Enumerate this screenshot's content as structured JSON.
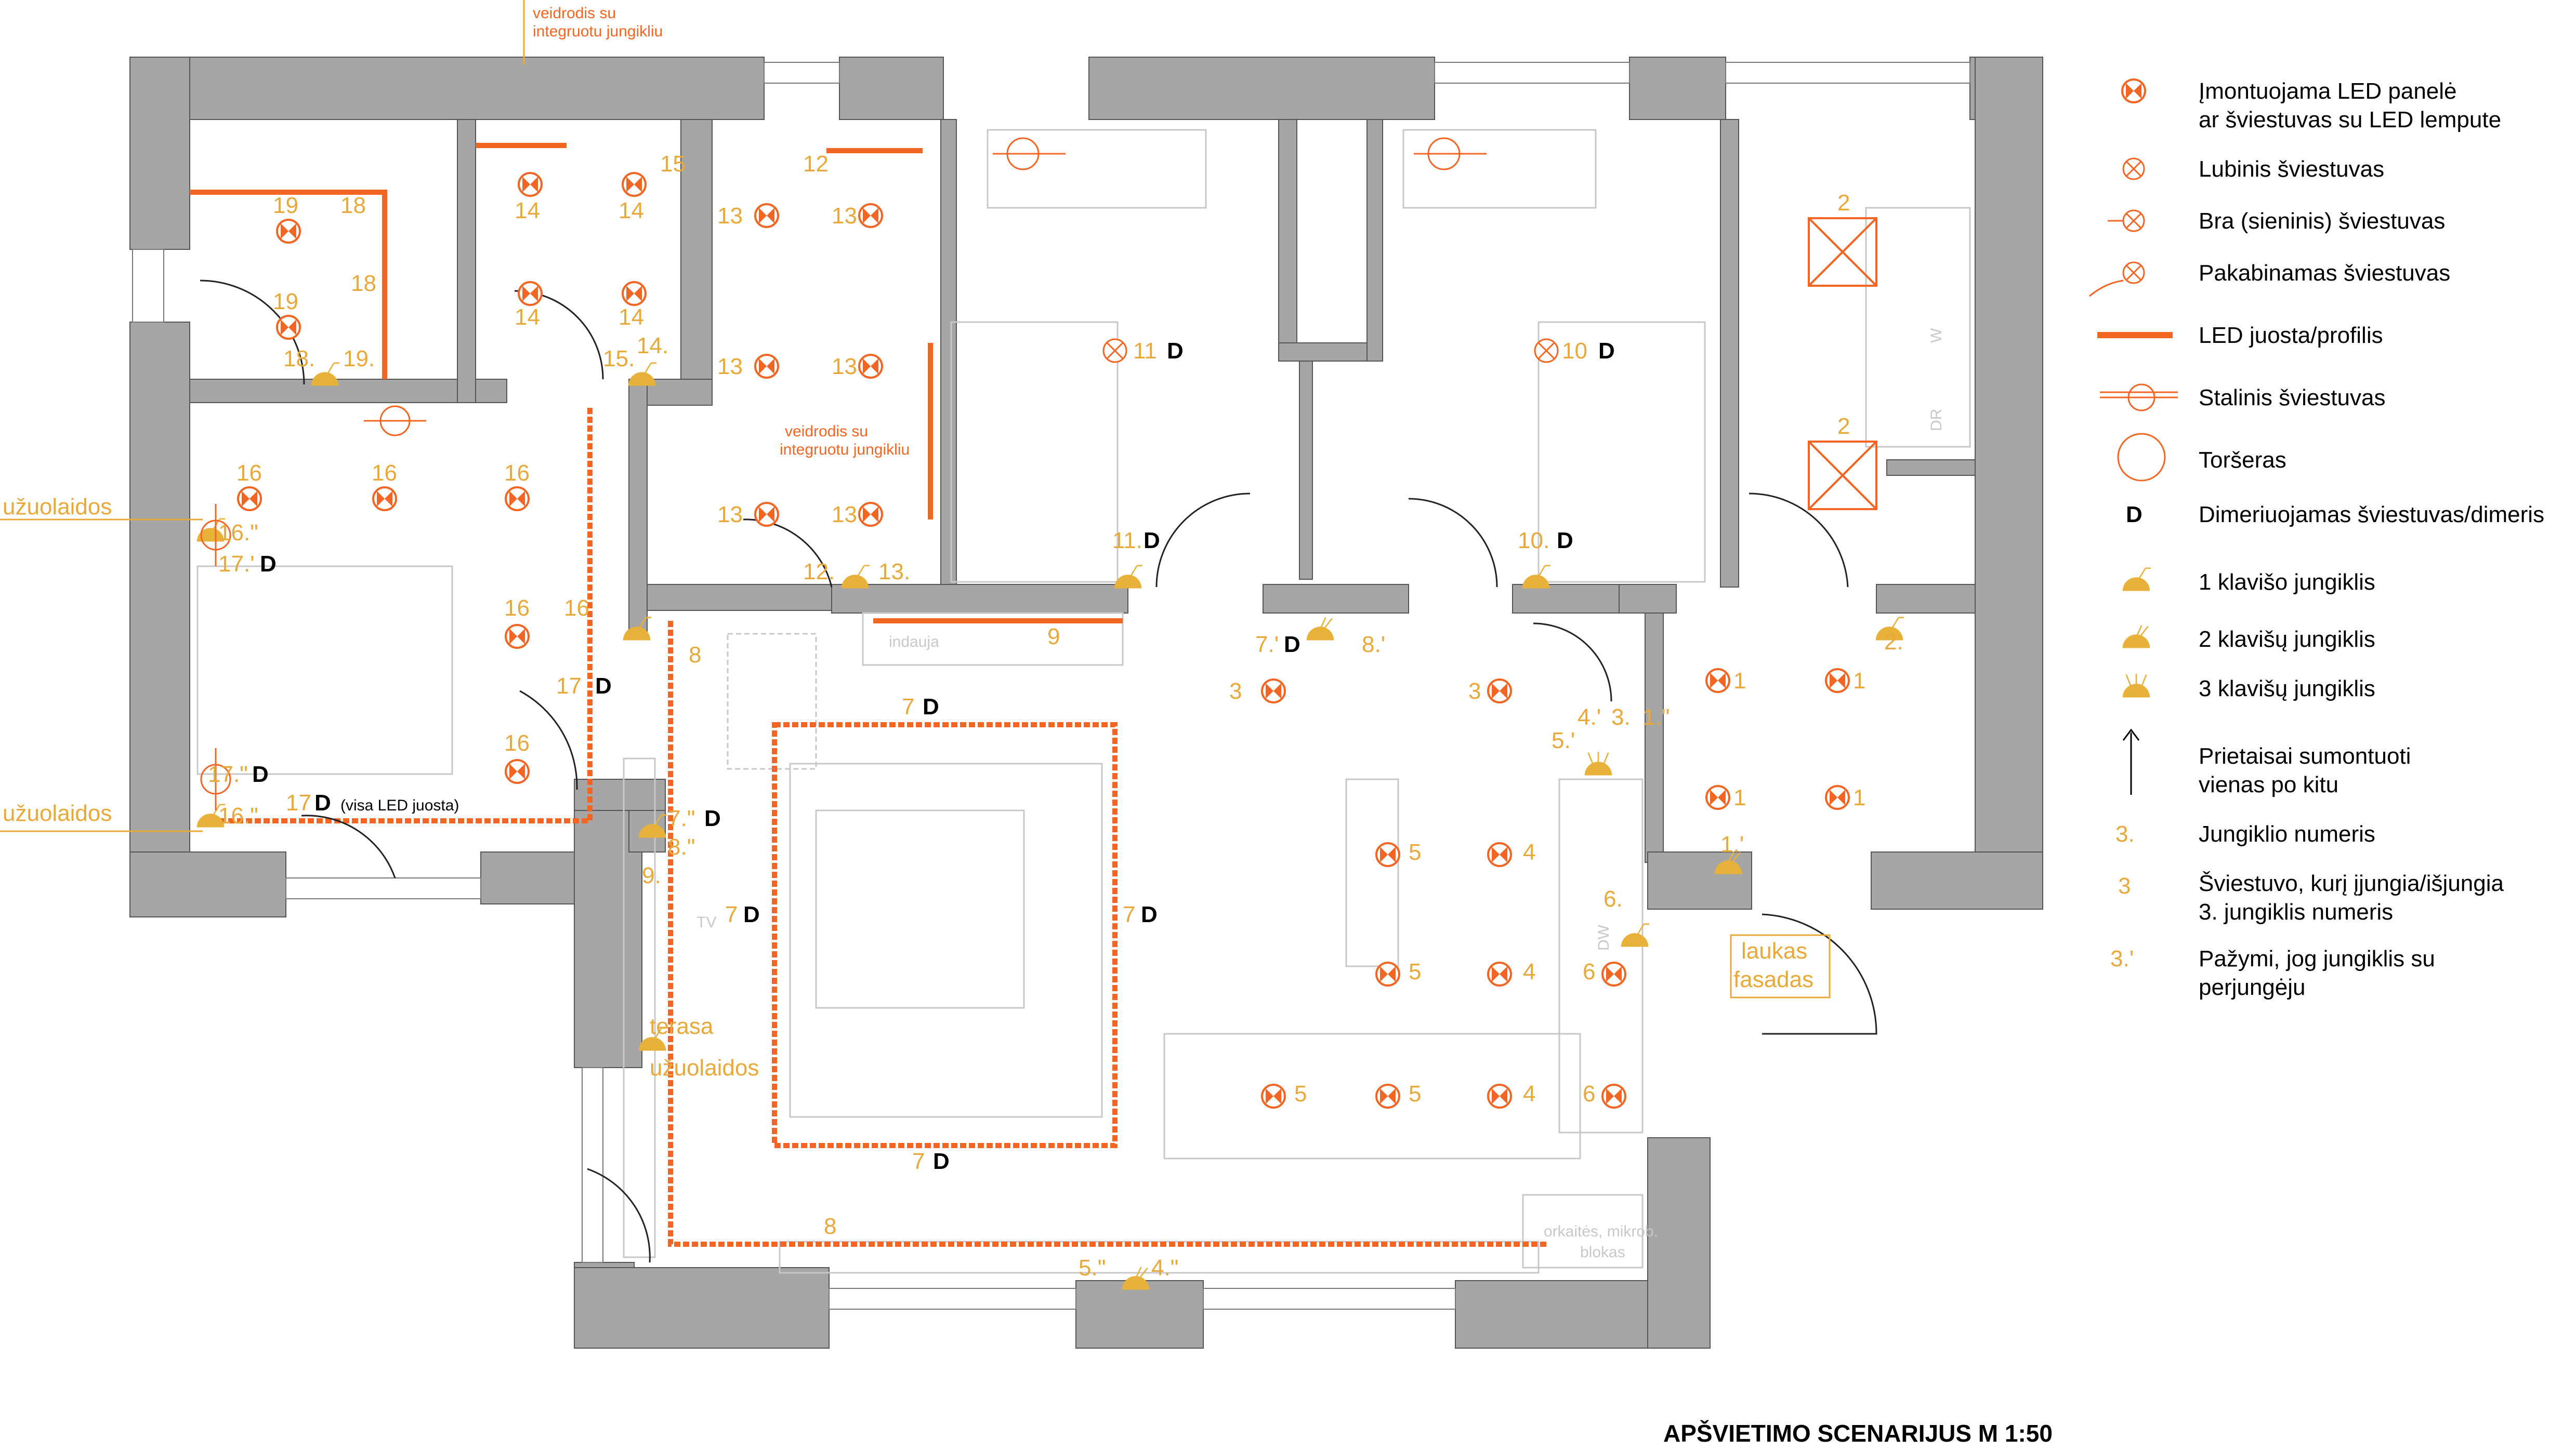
{
  "colors": {
    "wall": "#a6a6a6",
    "accent": "#f26522",
    "switch": "#e8b23a",
    "label": "#e8a93a",
    "furniture": "#c8c8c8",
    "text": "#000000"
  },
  "title": "APŠVIETIMO SCENARIJUS M 1:50",
  "notes": {
    "mirror_top_1": "veidrodis su",
    "mirror_top_2": "integruotu jungikliu",
    "mirror_bath_1": "veidrodis su",
    "mirror_bath_2": "integruotu jungikliu",
    "curtains_1": "užuolaidos",
    "curtains_2": "užuolaidos",
    "curtains_3": "užuolaidos",
    "terrace": "terasa",
    "led_full": "(visa LED juosta)",
    "sideboard": "indauja",
    "tv": "TV",
    "oven_1": "orkaitės, mikrob.",
    "oven_2": "blokas",
    "facade_1": "laukas",
    "facade_2": "fasadas",
    "dw": "DW",
    "w": "W",
    "dr": "DR"
  },
  "legend": [
    {
      "icon": "led-panel-icon",
      "line1": "Įmontuojama LED panelė",
      "line2": "ar šviestuvas su LED lempute"
    },
    {
      "icon": "ceiling-light-icon",
      "line1": "Lubinis šviestuvas",
      "line2": ""
    },
    {
      "icon": "wall-light-icon",
      "line1": "Bra (sieninis) šviestuvas",
      "line2": ""
    },
    {
      "icon": "pendant-light-icon",
      "line1": "Pakabinamas šviestuvas",
      "line2": ""
    },
    {
      "icon": "led-strip-icon",
      "line1": "LED juosta/profilis",
      "line2": ""
    },
    {
      "icon": "table-lamp-icon",
      "line1": "Stalinis šviestuvas",
      "line2": ""
    },
    {
      "icon": "floor-lamp-icon",
      "line1": "Toršeras",
      "line2": ""
    },
    {
      "icon": "dimmer-icon",
      "symbol": "D",
      "line1": "Dimeriuojamas šviestuvas/dimeris",
      "line2": ""
    },
    {
      "icon": "switch-1-icon",
      "line1": "1 klavišo jungiklis",
      "line2": ""
    },
    {
      "icon": "switch-2-icon",
      "line1": "2 klavišų jungiklis",
      "line2": ""
    },
    {
      "icon": "switch-3-icon",
      "line1": "3 klavišų jungiklis",
      "line2": ""
    },
    {
      "icon": "arrow-up-icon",
      "line1": "Prietaisai sumontuoti",
      "line2": "vienas po kitu"
    },
    {
      "icon": "switch-number-icon",
      "symbol": "3.",
      "line1": "Jungiklio numeris",
      "line2": ""
    },
    {
      "icon": "light-number-icon",
      "symbol": "3",
      "line1": "Šviestuvo, kurį įjungia/išjungia",
      "line2": "3. jungiklis numeris"
    },
    {
      "icon": "two-way-icon",
      "symbol": "3.'",
      "line1": "Pažymi, jog jungiklis su",
      "line2": "perjungėju"
    }
  ],
  "labels": {
    "l_19a": "19",
    "l_18a": "18",
    "l_19b": "19",
    "l_18b": "18",
    "l_18s": "18.",
    "l_19s": "19.",
    "l_14a": "14",
    "l_14b": "14",
    "l_14c": "14",
    "l_14d": "14",
    "l_15": "15",
    "l_15s": "15.",
    "l_14s": "14.",
    "l_12": "12",
    "l_13a": "13",
    "l_13b": "13",
    "l_13c": "13",
    "l_13d": "13",
    "l_13e": "13",
    "l_13f": "13",
    "l_12s": "12.",
    "l_13s": "13.",
    "l_11": "11",
    "l_11s": "11.",
    "l_10": "10",
    "l_10s": "10.",
    "l_2a": "2",
    "l_2b": "2",
    "l_2s": "2.",
    "l_16a": "16",
    "l_16b": "16",
    "l_16c": "16",
    "l_16d": "16",
    "l_16e": "16",
    "l_16f": "16",
    "l_16s1": "16.\"",
    "l_16s2": "16.\"",
    "l_17s1": "17.'",
    "l_17s2": "17.\"",
    "l_17s3": "17",
    "l_17": "17",
    "l_8a": "8",
    "l_8b": "8",
    "l_9": "9",
    "l_9s": "9.",
    "l_7s1": "7.\"",
    "l_8s1": "8.\"",
    "l_7a": "7",
    "l_7b": "7",
    "l_7c": "7",
    "l_7d": "7",
    "l_3a": "3",
    "l_3b": "3",
    "l_7q": "7.'",
    "l_8q": "8.'",
    "l_5a": "5",
    "l_5b": "5",
    "l_5c": "5",
    "l_5d": "5",
    "l_4a": "4",
    "l_4b": "4",
    "l_4c": "4",
    "l_6a": "6",
    "l_6b": "6",
    "l_6s": "6.",
    "l_1a": "1",
    "l_1b": "1",
    "l_1c": "1",
    "l_1d": "1",
    "l_4s": "4.'",
    "l_3s": "3.",
    "l_1s": "1.\"",
    "l_5s": "5.'",
    "l_1q": "1.'",
    "l_5b2": "5.\"",
    "l_4b2": "4.\"",
    "d": "D"
  }
}
